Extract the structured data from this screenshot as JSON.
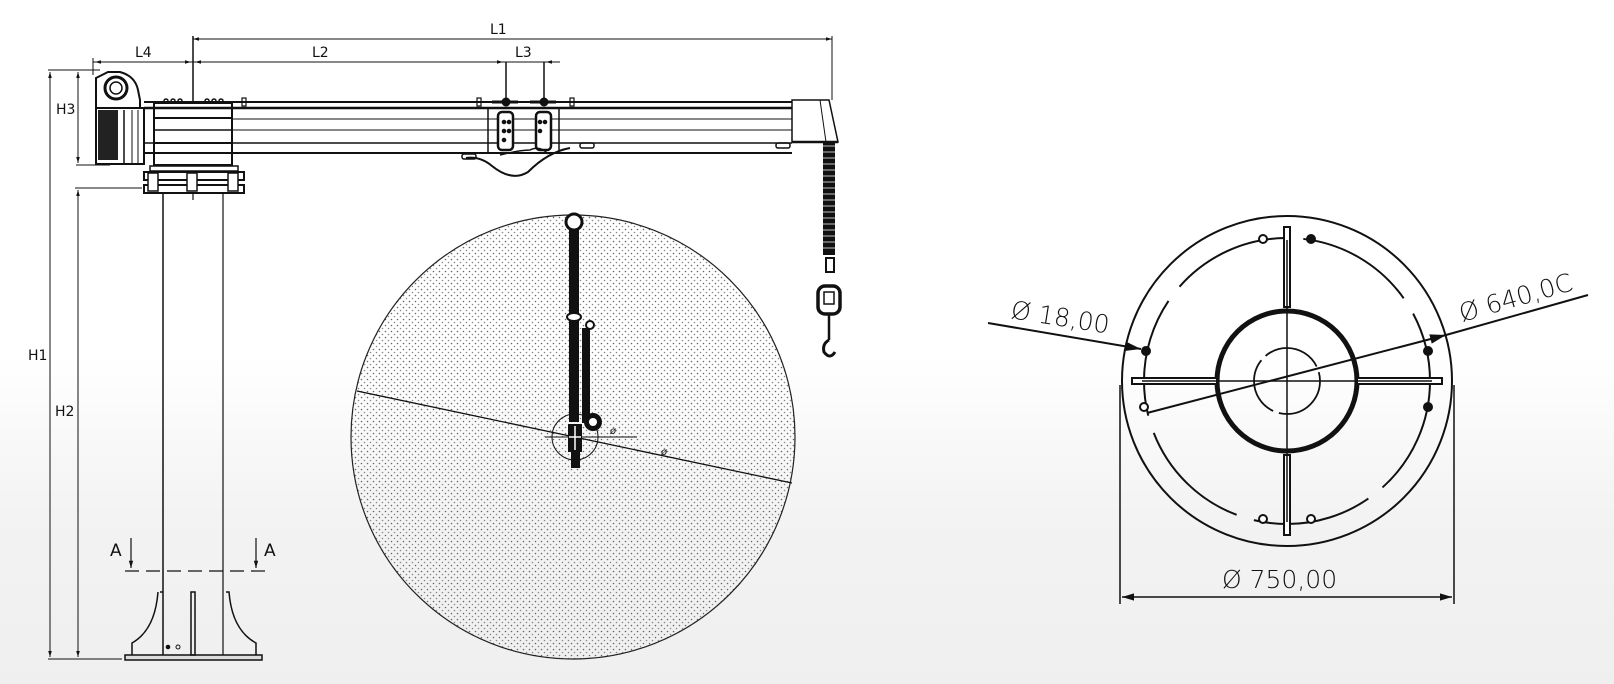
{
  "drawing": {
    "type": "jib crane technical drawing",
    "views": [
      "side-elevation",
      "slew-range-plan",
      "base-plate-section-A-A"
    ]
  },
  "side_view": {
    "dimensions": {
      "L1": "L1",
      "L2": "L2",
      "L3": "L3",
      "L4": "L4",
      "H1": "H1",
      "H2": "H2",
      "H3": "H3"
    },
    "section_marker_left": "A",
    "section_marker_right": "A"
  },
  "slew_view": {
    "small_diameter_symbol": "ø",
    "large_diameter_symbol": "ø"
  },
  "base_plate_view": {
    "hole_diameter": "Ø 18,00",
    "bolt_circle_diameter": "Ø 640,0C",
    "plate_diameter": "Ø 750,00"
  },
  "colors": {
    "line": "#111111",
    "background": "#ffffff",
    "hatch": "#555555"
  }
}
